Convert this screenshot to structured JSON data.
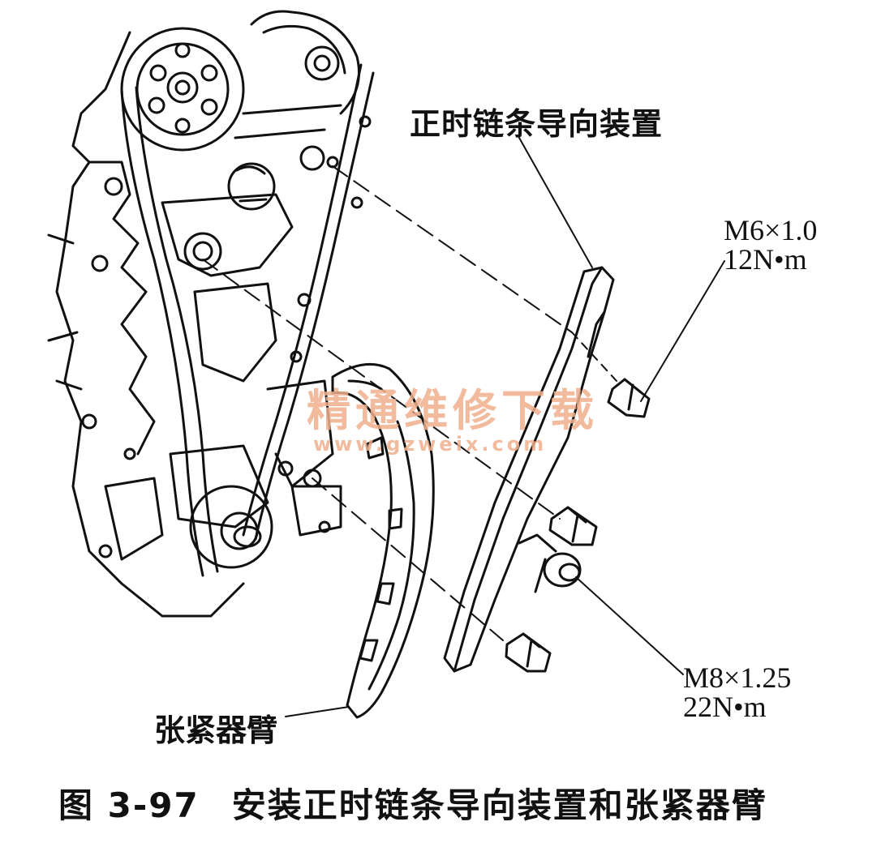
{
  "labels": {
    "guide": "正时链条导向装置",
    "arm": "张紧器臂",
    "spec_m6_size": "M6×1.0",
    "spec_m6_torque": "12N•m",
    "spec_m8_size": "M8×1.25",
    "spec_m8_torque": "22N•m"
  },
  "caption": {
    "number": "图 3-97",
    "title": "安装正时链条导向装置和张紧器臂"
  },
  "watermark": {
    "text": "精通维修下载",
    "url": "www.gzweix.com"
  }
}
